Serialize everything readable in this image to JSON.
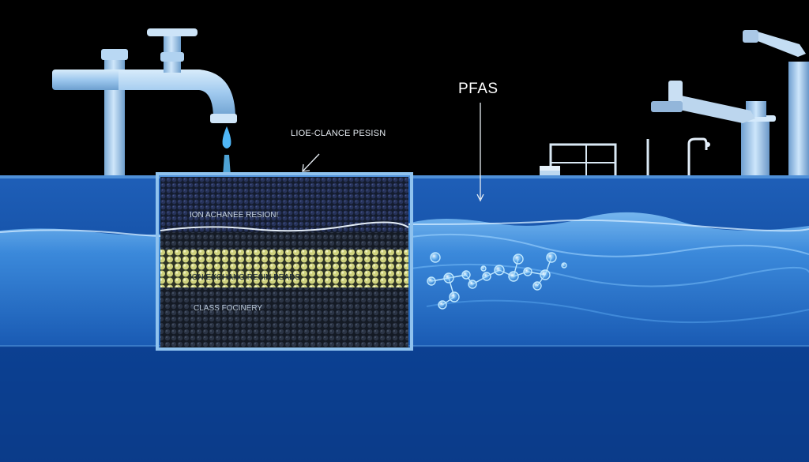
{
  "labels": {
    "pfas": "PFAS",
    "resin_callout": "LIOE-CLANCE PESISN",
    "layer_top": "ION ACHANEE RESION!",
    "layer_beads": "ION EXCHANG RESIN BEADS",
    "layer_bottom": "CLASS FOCINERY"
  },
  "colors": {
    "background": "#000000",
    "water_deep": "#0b3c8a",
    "water_surface": "#3d8de0",
    "pipe": "#a9cff0",
    "resin_dark": "#1c2330",
    "resin_beads": "#d9d98a",
    "frame": "#8fc2ee"
  },
  "icons": [
    "faucet-icon",
    "water-drop-icon",
    "treatment-plant-icon",
    "pfas-molecule-icon",
    "arrow-icon"
  ]
}
